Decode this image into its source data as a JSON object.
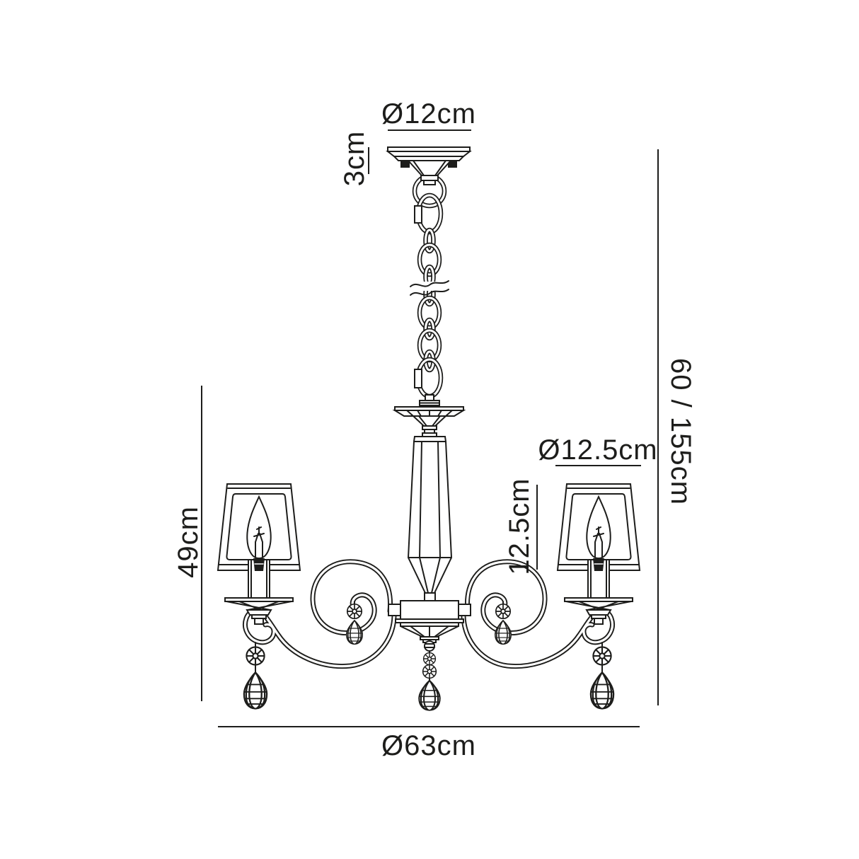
{
  "colors": {
    "line": "#1d1d1b",
    "background": "#ffffff"
  },
  "dimensions": {
    "canopy_diameter": "Ø12cm",
    "canopy_height": "3cm",
    "drop_height": "60 / 155cm",
    "shade_diameter": "Ø12.5cm",
    "shade_height": "12.5cm",
    "body_height": "49cm",
    "fixture_diameter": "Ø63cm"
  },
  "figure": {
    "type": "technical-line-drawing",
    "subject": "three-arm chandelier with chain suspension, crystal column, scroll arms, tapered shades and teardrop crystals",
    "parts": [
      "ceiling-canopy",
      "suspension-chain",
      "chain-break-mark",
      "hook-ring",
      "stem-canopy",
      "crystal-column",
      "center-body",
      "scroll-arms",
      "candle-lamps",
      "rosette-beads",
      "teardrop-crystals"
    ]
  }
}
